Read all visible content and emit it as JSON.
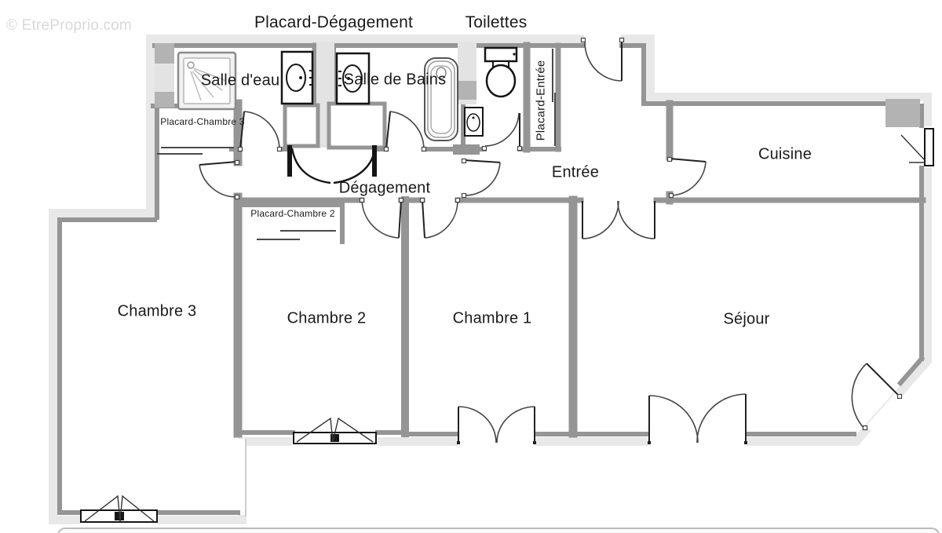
{
  "watermark": "© EtreProprio.com",
  "labels": {
    "placard_degagement": "Placard-Dégagement",
    "toilettes": "Toilettes",
    "salle_deau": "Salle d'eau",
    "salle_de_bains": "Salle de Bains",
    "placard_entree": "Placard-Entrée",
    "placard_chambre_3": "Placard-Chambre 3",
    "placard_chambre_2": "Placard-Chambre 2",
    "degagement": "Dégagement",
    "entree": "Entrée",
    "cuisine": "Cuisine",
    "chambre_3": "Chambre 3",
    "chambre_2": "Chambre 2",
    "chambre_1": "Chambre 1",
    "sejour": "Séjour"
  },
  "colors": {
    "wall": "#959595",
    "outer_band": "#e8e8e8",
    "duct_block": "#b3b3b3",
    "fixture_outline": "#151515",
    "door_arc": "#444444",
    "text": "#1a1a1a",
    "watermark": "#d9d9d9"
  }
}
